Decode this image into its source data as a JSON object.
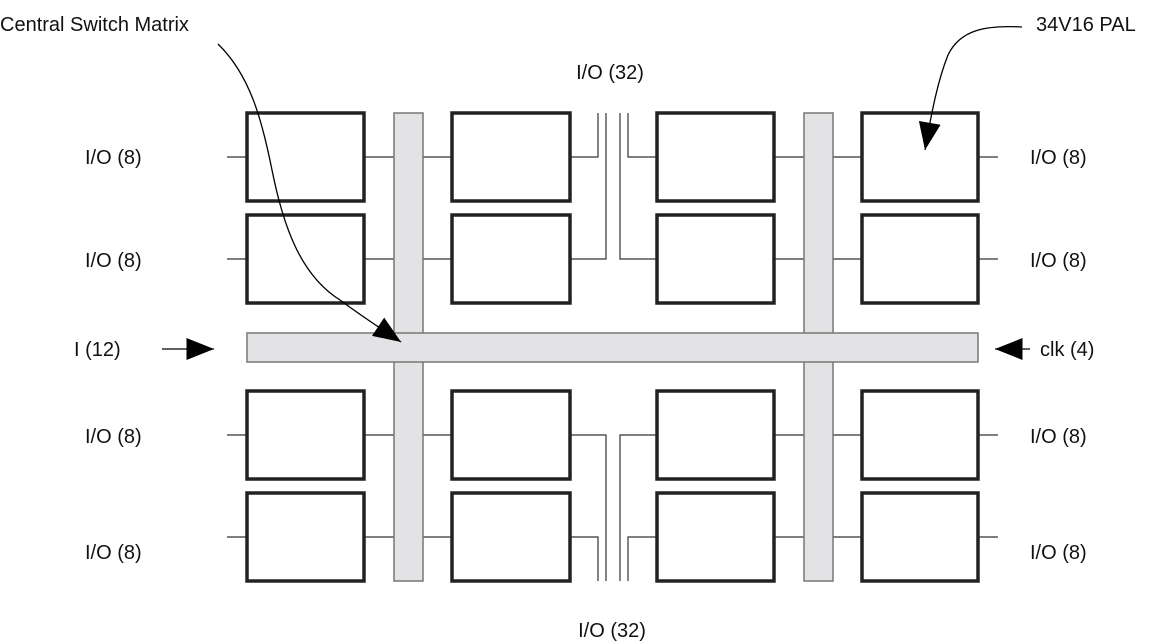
{
  "labels": {
    "central_switch_matrix": "Central Switch Matrix",
    "pal": "34V16 PAL",
    "io_top": "I/O (32)",
    "io_bottom": "I/O (32)",
    "input": "I (12)",
    "clock": "clk (4)",
    "left_io": [
      "I/O (8)",
      "I/O (8)",
      "I/O (8)",
      "I/O (8)"
    ],
    "right_io": [
      "I/O (8)",
      "I/O (8)",
      "I/O (8)",
      "I/O (8)"
    ]
  },
  "colors": {
    "bus_fill": "#e3e3e5",
    "box_stroke": "#222222"
  }
}
